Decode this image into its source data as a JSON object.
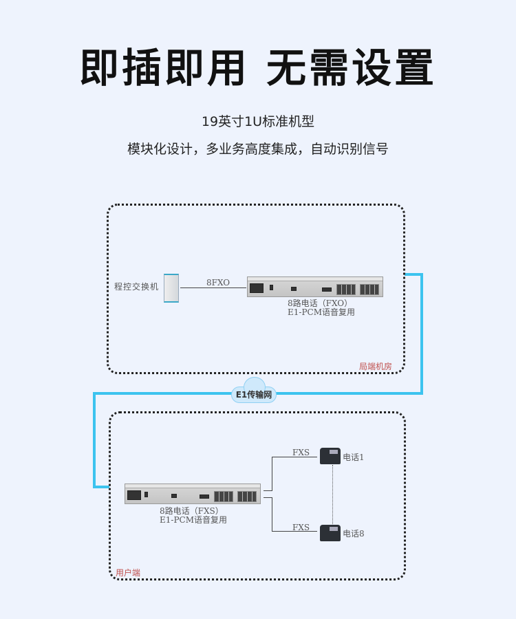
{
  "header": {
    "title": "即插即用 无需设置",
    "subtitle1": "19英寸1U标准机型",
    "subtitle2": "模块化设计，多业务高度集成，自动识别信号"
  },
  "diagram": {
    "central_office": {
      "label": "局端机房",
      "exchange_label": "程控交换机",
      "link_label": "8FXO",
      "device_line1": "8路电话（FXO）",
      "device_line2": "E1-PCM语音复用"
    },
    "network": {
      "label": "E1传输网"
    },
    "user_side": {
      "label": "用户端",
      "device_line1": "8路电话（FXS）",
      "device_line2": "E1-PCM语音复用",
      "link1_label": "FXS",
      "link2_label": "FXS",
      "phone1_label": "电话1",
      "phone8_label": "电话8"
    },
    "colors": {
      "link": "#3cc3ef",
      "zone_label": "#c0504d"
    }
  }
}
